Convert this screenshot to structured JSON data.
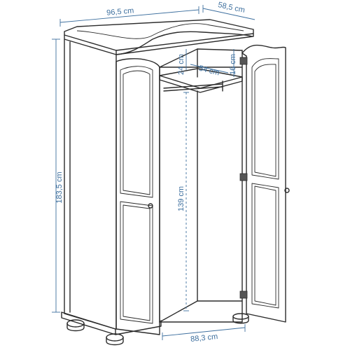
{
  "diagram": {
    "type": "wardrobe-dimension-drawing",
    "line_color": "#2b2b2b",
    "dimension_color": "#3d6f9e",
    "dimensions": {
      "top_width": "96,5 cm",
      "top_depth": "58,5 cm",
      "total_height": "183,5 cm",
      "upper_compartment_height": "24 cm",
      "inner_depth": "54 cm",
      "shelf_gap": "16 cm",
      "hanging_height": "139 cm",
      "bottom_width": "88,3 cm"
    }
  }
}
